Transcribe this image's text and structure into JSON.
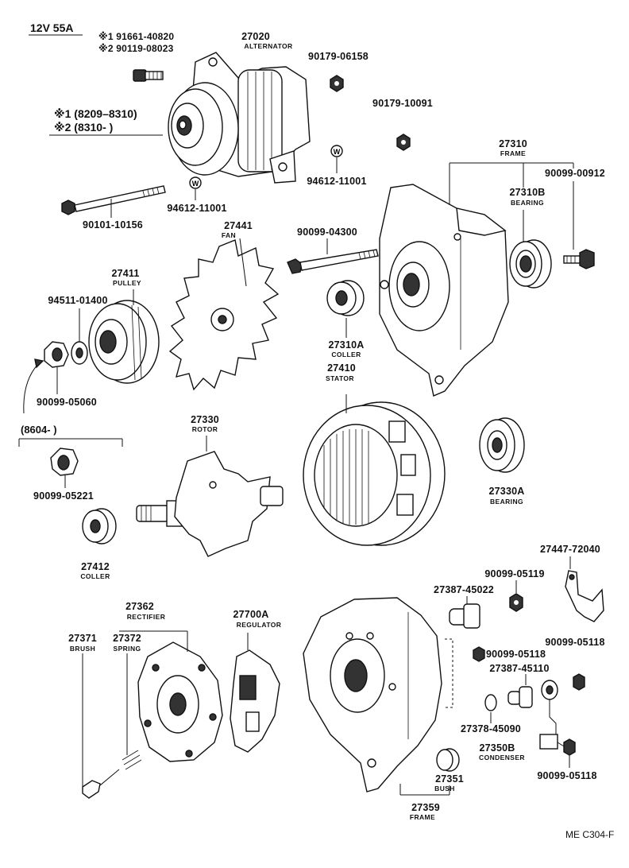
{
  "header": {
    "spec": "12V 55A",
    "note_line1": "※1 91661-40820",
    "note_line2": "※2 90119-08023",
    "applicability_1": "※1 (8209–8310)",
    "applicability_2": "※2 (8310-      )"
  },
  "footer": {
    "ref": "ME C304-F"
  },
  "parts": {
    "alternator": {
      "number": "27020",
      "name": "ALTERNATOR"
    },
    "nut_06158": {
      "number": "90179-06158"
    },
    "nut_10091": {
      "number": "90179-10091"
    },
    "washer_11001_a": {
      "number": "94612-11001"
    },
    "washer_11001_b": {
      "number": "94612-11001"
    },
    "bolt_10156": {
      "number": "90101-10156"
    },
    "frame_27310": {
      "number": "27310",
      "name": "FRAME"
    },
    "screw_00912": {
      "number": "90099-00912"
    },
    "bearing_27310b": {
      "number": "27310B",
      "name": "BEARING"
    },
    "bolt_04300": {
      "number": "90099-04300"
    },
    "fan": {
      "number": "27441",
      "name": "FAN"
    },
    "pulley": {
      "number": "27411",
      "name": "PULLEY"
    },
    "washer_01400": {
      "number": "94511-01400"
    },
    "nut_05060": {
      "number": "90099-05060"
    },
    "collar_27310a": {
      "number": "27310A",
      "name": "COLLER"
    },
    "stator": {
      "number": "27410",
      "name": "STATOR"
    },
    "applicability_8604": {
      "text": "(8604-          )"
    },
    "rotor": {
      "number": "27330",
      "name": "ROTOR"
    },
    "nut_05221": {
      "number": "90099-05221"
    },
    "bearing_27330a": {
      "number": "27330A",
      "name": "BEARING"
    },
    "collar_27412": {
      "number": "27412",
      "name": "COLLER"
    },
    "bracket_72040": {
      "number": "27447-72040"
    },
    "nut_05119": {
      "number": "90099-05119"
    },
    "insulator_45022": {
      "number": "27387-45022"
    },
    "rectifier": {
      "number": "27362",
      "name": "RECTIFIER"
    },
    "regulator": {
      "number": "27700A",
      "name": "REGULATOR"
    },
    "brush": {
      "number": "27371",
      "name": "BRUSH"
    },
    "spring": {
      "number": "27372",
      "name": "SPRING"
    },
    "nut_05118_a": {
      "number": "90099-05118"
    },
    "nut_05118_b": {
      "number": "90099-05118"
    },
    "nut_05118_c": {
      "number": "90099-05118"
    },
    "insulator_45110": {
      "number": "27387-45110"
    },
    "washer_45090": {
      "number": "27378-45090"
    },
    "condenser": {
      "number": "27350B",
      "name": "CONDENSER"
    },
    "bush": {
      "number": "27351",
      "name": "BUSH"
    },
    "frame_27359": {
      "number": "27359",
      "name": "FRAME"
    }
  }
}
